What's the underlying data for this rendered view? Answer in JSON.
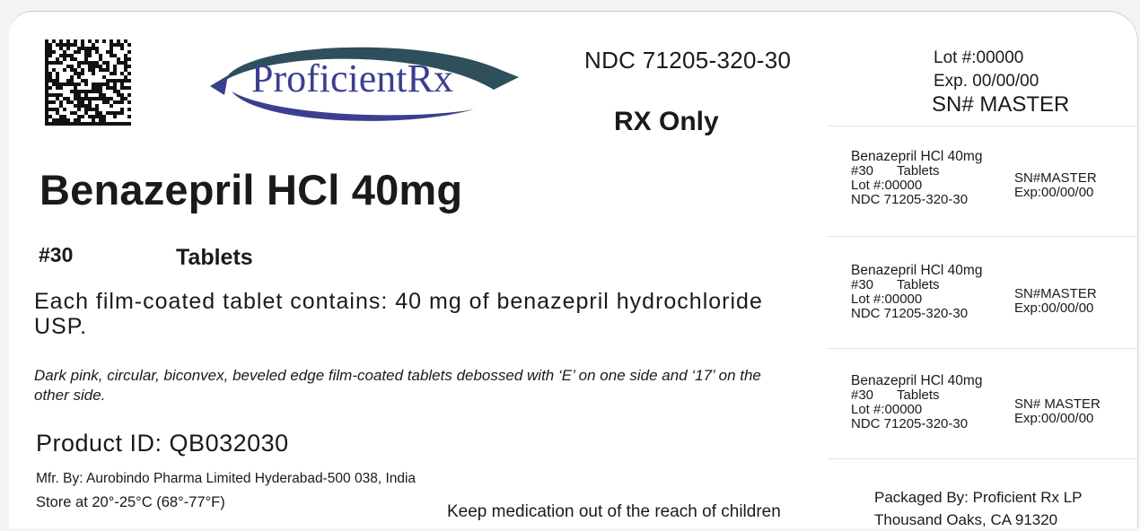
{
  "brand": {
    "logo_text": "ProficientRx"
  },
  "ndc": "NDC 71205-320-30",
  "rx_only": "RX Only",
  "lot": "Lot #:00000",
  "exp": "Exp.  00/00/00",
  "serial": "SN# MASTER",
  "drug_name": "Benazepril HCl 40mg",
  "count": "#30",
  "dosage_form": "Tablets",
  "contents": "Each film-coated tablet contains: 40 mg of benazepril hydrochloride USP.",
  "description": "Dark pink, circular, biconvex, beveled edge film-coated tablets debossed with ‘E’ on one side and ‘17’ on the other side.",
  "product_id": "Product ID: QB032030",
  "manufacturer": "Mfr. By: Aurobindo Pharma Limited Hyderabad-500 038, India",
  "storage": "Store at 20°-25°C (68°-77°F)",
  "warning": "Keep medication out of the reach of children",
  "stubs": [
    {
      "name": "Benazepril HCl 40mg",
      "count": "#30",
      "form": "Tablets",
      "lot": "Lot #:00000",
      "ndc": "NDC 71205-320-30",
      "sn": "SN#MASTER",
      "exp": "Exp:00/00/00"
    },
    {
      "name": "Benazepril HCl 40mg",
      "count": "#30",
      "form": "Tablets",
      "lot": "Lot #:00000",
      "ndc": "NDC 71205-320-30",
      "sn": "SN#MASTER",
      "exp": "Exp:00/00/00"
    },
    {
      "name": "Benazepril HCl 40mg",
      "count": "#30",
      "form": "Tablets",
      "lot": "Lot #:00000",
      "ndc": "NDC 71205-320-30",
      "sn": "SN# MASTER",
      "exp": "Exp:00/00/00"
    }
  ],
  "packager": {
    "line1": "Packaged By: Proficient Rx LP",
    "line2": "Thousand Oaks, CA 91320"
  },
  "colors": {
    "logo_blue": "#3b3f8f",
    "logo_swoosh": "#2f4f5c"
  }
}
